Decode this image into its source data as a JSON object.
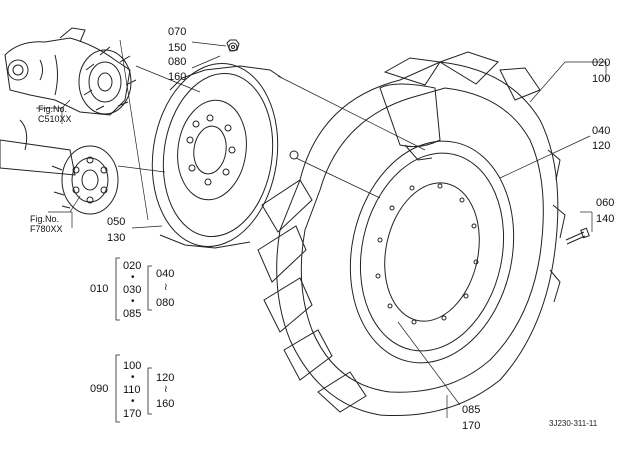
{
  "figure_refs": {
    "upper": {
      "prefix": "Fig.No.",
      "code": "C510XX"
    },
    "lower": {
      "prefix": "Fig.No.",
      "code": "F780XX"
    }
  },
  "callouts": {
    "c070": "070",
    "c150": "150",
    "c080": "080",
    "c160": "160",
    "c020": "020",
    "c100": "100",
    "c040": "040",
    "c120": "120",
    "c060": "060",
    "c140": "140",
    "c050": "050",
    "c130": "130",
    "c085": "085",
    "c170": "170"
  },
  "assemblies": {
    "a010": {
      "id": "010",
      "parts": [
        "020",
        "030",
        "085"
      ],
      "range_from": "040",
      "range_to": "080"
    },
    "a090": {
      "id": "090",
      "parts": [
        "100",
        "110",
        "170"
      ],
      "range_from": "120",
      "range_to": "160"
    }
  },
  "symbols": {
    "dot": "•",
    "tilde": "≀"
  },
  "drawing_code": "3J230-311-11"
}
